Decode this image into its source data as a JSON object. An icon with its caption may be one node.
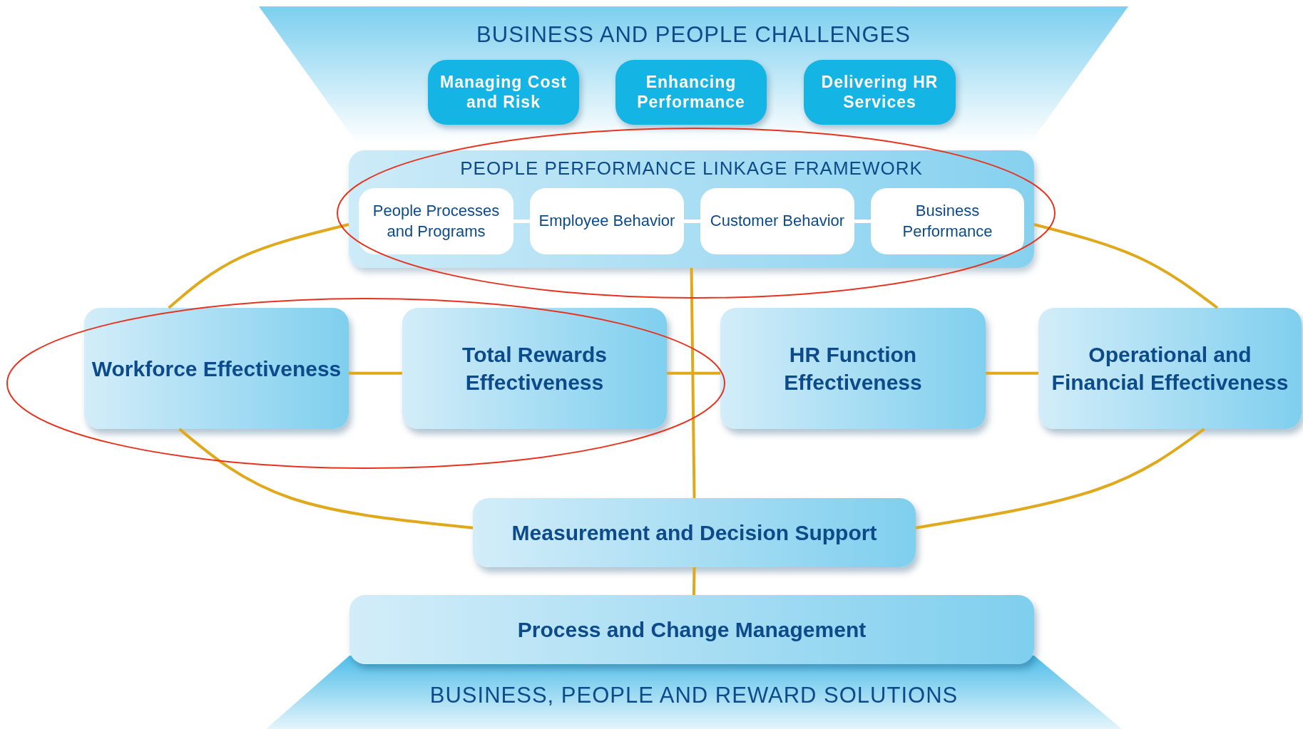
{
  "diagram": {
    "nodes": [
      {
        "text": [
          "BUSINESS AND PEOPLE CHALLENGES"
        ]
      },
      {
        "text": [
          "Managing Cost and Risk"
        ],
        "in": 0
      },
      {
        "text": [
          "Enhancing Performance"
        ],
        "in": 0
      },
      {
        "text": [
          "Delivering HR Services"
        ],
        "in": 0
      },
      {
        "text": [
          "PEOPLE PERFORMANCE LINKAGE FRAMEWORK"
        ]
      },
      {
        "text": [
          "People Processes and Programs"
        ],
        "in": 4
      },
      {
        "text": [
          "Employee Behavior"
        ],
        "in": 4
      },
      {
        "text": [
          "Customer Behavior"
        ],
        "in": 4
      },
      {
        "text": [
          "Business Performance"
        ],
        "in": 4
      },
      {
        "text": [
          "Workforce Effectiveness"
        ]
      },
      {
        "text": [
          "Total Rewards Effectiveness"
        ]
      },
      {
        "text": [
          "HR Function Effectiveness"
        ]
      },
      {
        "text": [
          "Operational and Financial Effectiveness"
        ]
      },
      {
        "text": [
          "Measurement and Decision Support"
        ]
      },
      {
        "text": [
          "Process and Change Management"
        ]
      },
      {
        "text": [
          "BUSINESS, PEOPLE AND REWARD SOLUTIONS"
        ]
      }
    ],
    "edges": [
      {
        "from": 5,
        "to": 6,
        "arrow": "none",
        "color": "#ffffff"
      },
      {
        "from": 6,
        "to": 7,
        "arrow": "none",
        "color": "#ffffff"
      },
      {
        "from": 7,
        "to": 8,
        "arrow": "none",
        "color": "#ffffff"
      },
      {
        "from": 4,
        "to": 9,
        "arrow": "none"
      },
      {
        "from": 4,
        "to": 12,
        "arrow": "none"
      },
      {
        "from": 9,
        "to": 10,
        "arrow": "none"
      },
      {
        "from": 10,
        "to": 11,
        "arrow": "none"
      },
      {
        "from": 11,
        "to": 12,
        "arrow": "none"
      },
      {
        "from": 4,
        "to": 13,
        "arrow": "none"
      },
      {
        "from": 13,
        "to": 14,
        "arrow": "none"
      },
      {
        "from": 9,
        "to": 13,
        "arrow": "none"
      },
      {
        "from": 12,
        "to": 13,
        "arrow": "none"
      }
    ]
  }
}
